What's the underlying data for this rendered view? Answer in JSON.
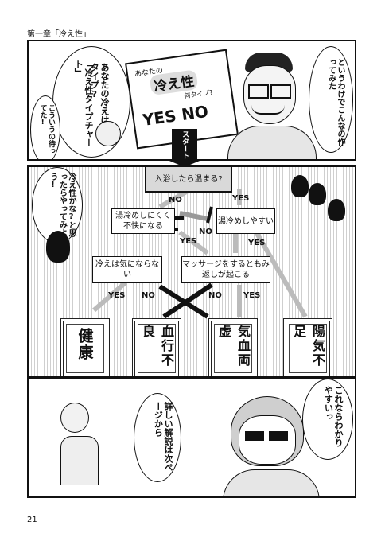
{
  "header": {
    "chapter": "第一章「冷え性」"
  },
  "page_number": "21",
  "panel1": {
    "bubble_left": "あなたの冷えはどのタイプ?",
    "bubble_left_emph": "「冷え性タイプチャート」",
    "bubble_right": "というわけでこんなの作ってみた",
    "bubble_small": "こういうの待ってた!",
    "sign_top": "あなたの",
    "sign_main": "冷え性",
    "sign_sub": "何タイプ?",
    "sign_yesno": "YES NO"
  },
  "panel2": {
    "start": "スタート",
    "bubble": "冷え性かな?と思ったらやってみよう!",
    "q1": "入浴したら温まる?",
    "q2a": "湯冷めしにくく不快になる",
    "q2b": "湯冷めしやすい",
    "q3a": "冷えは気にならない",
    "q3b": "マッサージをするともみ返しが起こる",
    "yes": "YES",
    "no": "NO",
    "results": [
      "健康",
      "血行不良",
      "気血両虚",
      "陽気不足"
    ]
  },
  "panel3": {
    "bubble_left": "詳しい解説は次ページから",
    "bubble_right": "これならわかりやすいっ"
  }
}
